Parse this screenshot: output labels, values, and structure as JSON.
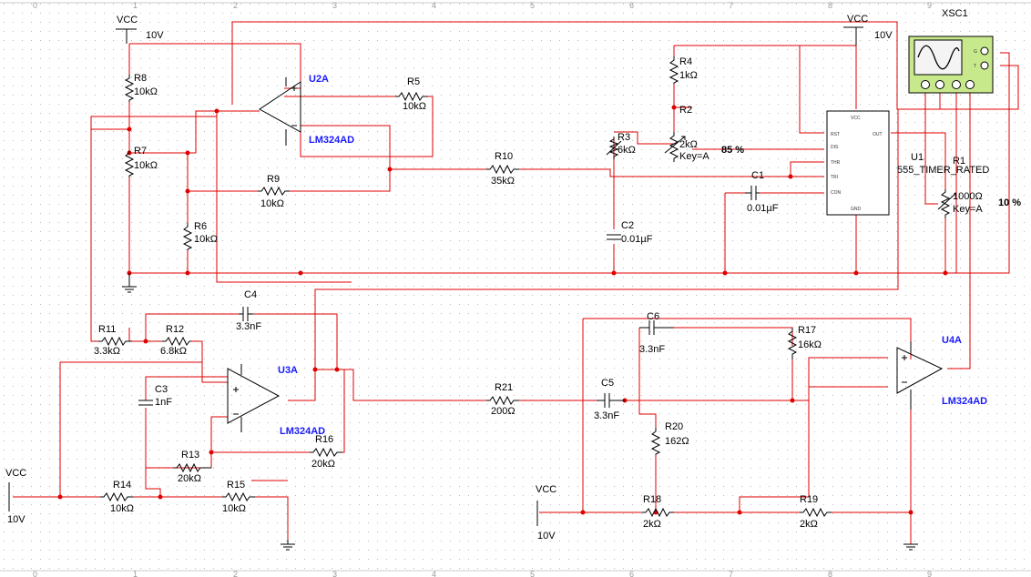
{
  "ruler": {
    "top": [
      "0",
      "1",
      "2",
      "3",
      "4",
      "5",
      "6",
      "7",
      "8",
      "9"
    ],
    "bottom": [
      "0",
      "1",
      "2",
      "3",
      "4",
      "5",
      "6",
      "7",
      "8",
      "9"
    ]
  },
  "supplies": [
    {
      "name": "VCC",
      "value": "10V"
    },
    {
      "name": "VCC",
      "value": "10V"
    },
    {
      "name": "VCC",
      "value": "10V"
    },
    {
      "name": "VCC",
      "value": "10V"
    }
  ],
  "resistors": {
    "R8": {
      "ref": "R8",
      "value": "10kΩ"
    },
    "R7": {
      "ref": "R7",
      "value": "10kΩ"
    },
    "R6": {
      "ref": "R6",
      "value": "10kΩ"
    },
    "R5": {
      "ref": "R5",
      "value": "10kΩ"
    },
    "R9": {
      "ref": "R9",
      "value": "10kΩ"
    },
    "R10": {
      "ref": "R10",
      "value": "35kΩ"
    },
    "R4": {
      "ref": "R4",
      "value": "1kΩ"
    },
    "R11": {
      "ref": "R11",
      "value": "3.3kΩ"
    },
    "R12": {
      "ref": "R12",
      "value": "6.8kΩ"
    },
    "R13": {
      "ref": "R13",
      "value": "20kΩ"
    },
    "R14": {
      "ref": "R14",
      "value": "10kΩ"
    },
    "R15": {
      "ref": "R15",
      "value": "10kΩ"
    },
    "R16": {
      "ref": "R16",
      "value": "20kΩ"
    },
    "R21": {
      "ref": "R21",
      "value": "200Ω"
    },
    "R17": {
      "ref": "R17",
      "value": "16kΩ"
    },
    "R20": {
      "ref": "R20",
      "value": "162Ω"
    },
    "R18": {
      "ref": "R18",
      "value": "2kΩ"
    },
    "R19": {
      "ref": "R19",
      "value": "2kΩ"
    }
  },
  "pots": {
    "R3": {
      "ref": "R3",
      "value": "6kΩ"
    },
    "R2": {
      "ref": "R2",
      "value": "2kΩ",
      "key": "Key=A",
      "percent": "85 %"
    },
    "R1": {
      "ref": "R1",
      "value": "1000Ω",
      "key": "Key=A",
      "percent": "10 %"
    }
  },
  "capacitors": {
    "C1": {
      "ref": "C1",
      "value": "0.01µF"
    },
    "C2": {
      "ref": "C2",
      "value": "0.01µF"
    },
    "C3": {
      "ref": "C3",
      "value": "1nF"
    },
    "C4": {
      "ref": "C4",
      "value": "3.3nF"
    },
    "C5": {
      "ref": "C5",
      "value": "3.3nF"
    },
    "C6": {
      "ref": "C6",
      "value": "3.3nF"
    }
  },
  "opamps": {
    "U2A": {
      "ref": "U2A",
      "part": "LM324AD"
    },
    "U3A": {
      "ref": "U3A",
      "part": "LM324AD"
    },
    "U4A": {
      "ref": "U4A",
      "part": "LM324AD"
    }
  },
  "timer": {
    "ref": "U1",
    "part": "555_TIMER_RATED",
    "pins": {
      "vcc": "VCC",
      "rst": "RST",
      "dis": "DIS",
      "thr": "THR",
      "tri": "TRI",
      "con": "CON",
      "gnd": "GND",
      "out": "OUT"
    }
  },
  "scope": {
    "ref": "XSC1",
    "g": "G",
    "t": "T"
  },
  "colors": {
    "wire": "#e00000",
    "label_blue": "#1a1aff",
    "grid_dot": "#b8b8b8",
    "scope_body": "#c8e88c"
  }
}
